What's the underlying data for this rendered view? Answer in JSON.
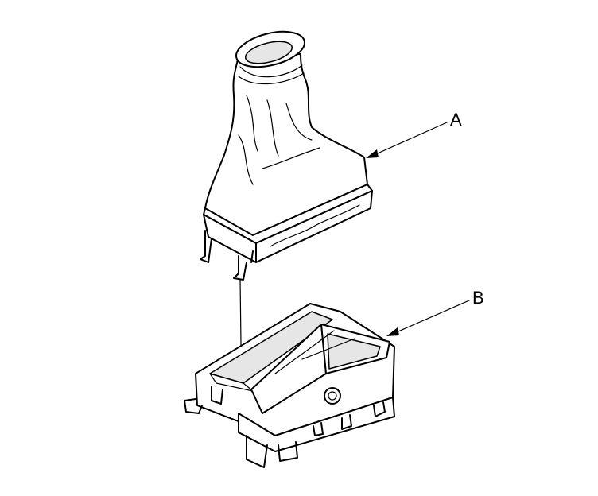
{
  "diagram": {
    "callouts": [
      {
        "id": "A",
        "text": "A"
      },
      {
        "id": "B",
        "text": "B"
      }
    ]
  }
}
